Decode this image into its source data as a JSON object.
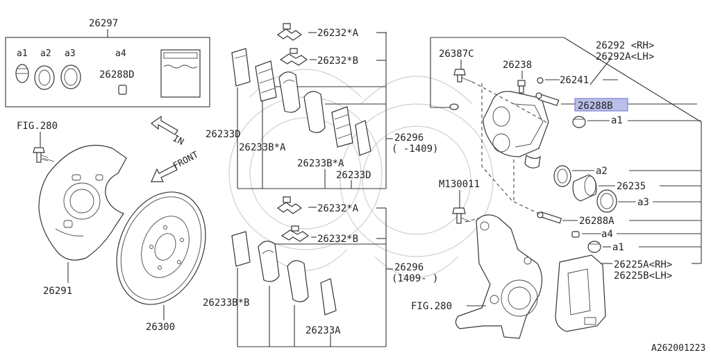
{
  "kit": {
    "number": "26297",
    "items": [
      "a1",
      "a2",
      "a3",
      "a4"
    ],
    "part_26288D": "26288D"
  },
  "left": {
    "fig280_top": "FIG.280",
    "in_label": "IN",
    "front_label": "FRONT",
    "backing_plate": "26291",
    "rotor": "26300"
  },
  "pads_upper": {
    "clip_a": "26232*A",
    "clip_b": "26232*B",
    "shim_d": "26233D",
    "shim_b_a_left": "26233B*A",
    "shim_b_a_right": "26233B*A",
    "shim_d_right": "26233D",
    "set": "26296",
    "set_range": "( -1409)"
  },
  "pads_lower": {
    "clip_a": "26232*A",
    "clip_b": "26232*B",
    "shim_b_b": "26233B*B",
    "shim_a": "26233A",
    "set": "26296",
    "set_range": "(1409- )"
  },
  "caliper": {
    "bolt": "26387C",
    "bleeder": "26238",
    "cap": "26241",
    "caliper_rh": "26292 <RH>",
    "caliper_lh": "26292A<LH>",
    "pin_highlight": "26288B",
    "a1_top": "a1",
    "a2": "a2",
    "piston": "26235",
    "a3": "a3",
    "pin_lower": "26288A",
    "a4": "a4",
    "a1_bottom": "a1",
    "support_rh": "26225A<RH>",
    "support_lh": "26225B<LH>",
    "bolt_m": "M130011",
    "fig280_bottom": "FIG.280"
  },
  "footer": {
    "code": "A262001223"
  },
  "colors": {
    "highlight": "#b9bfe8",
    "line": "#333333"
  }
}
